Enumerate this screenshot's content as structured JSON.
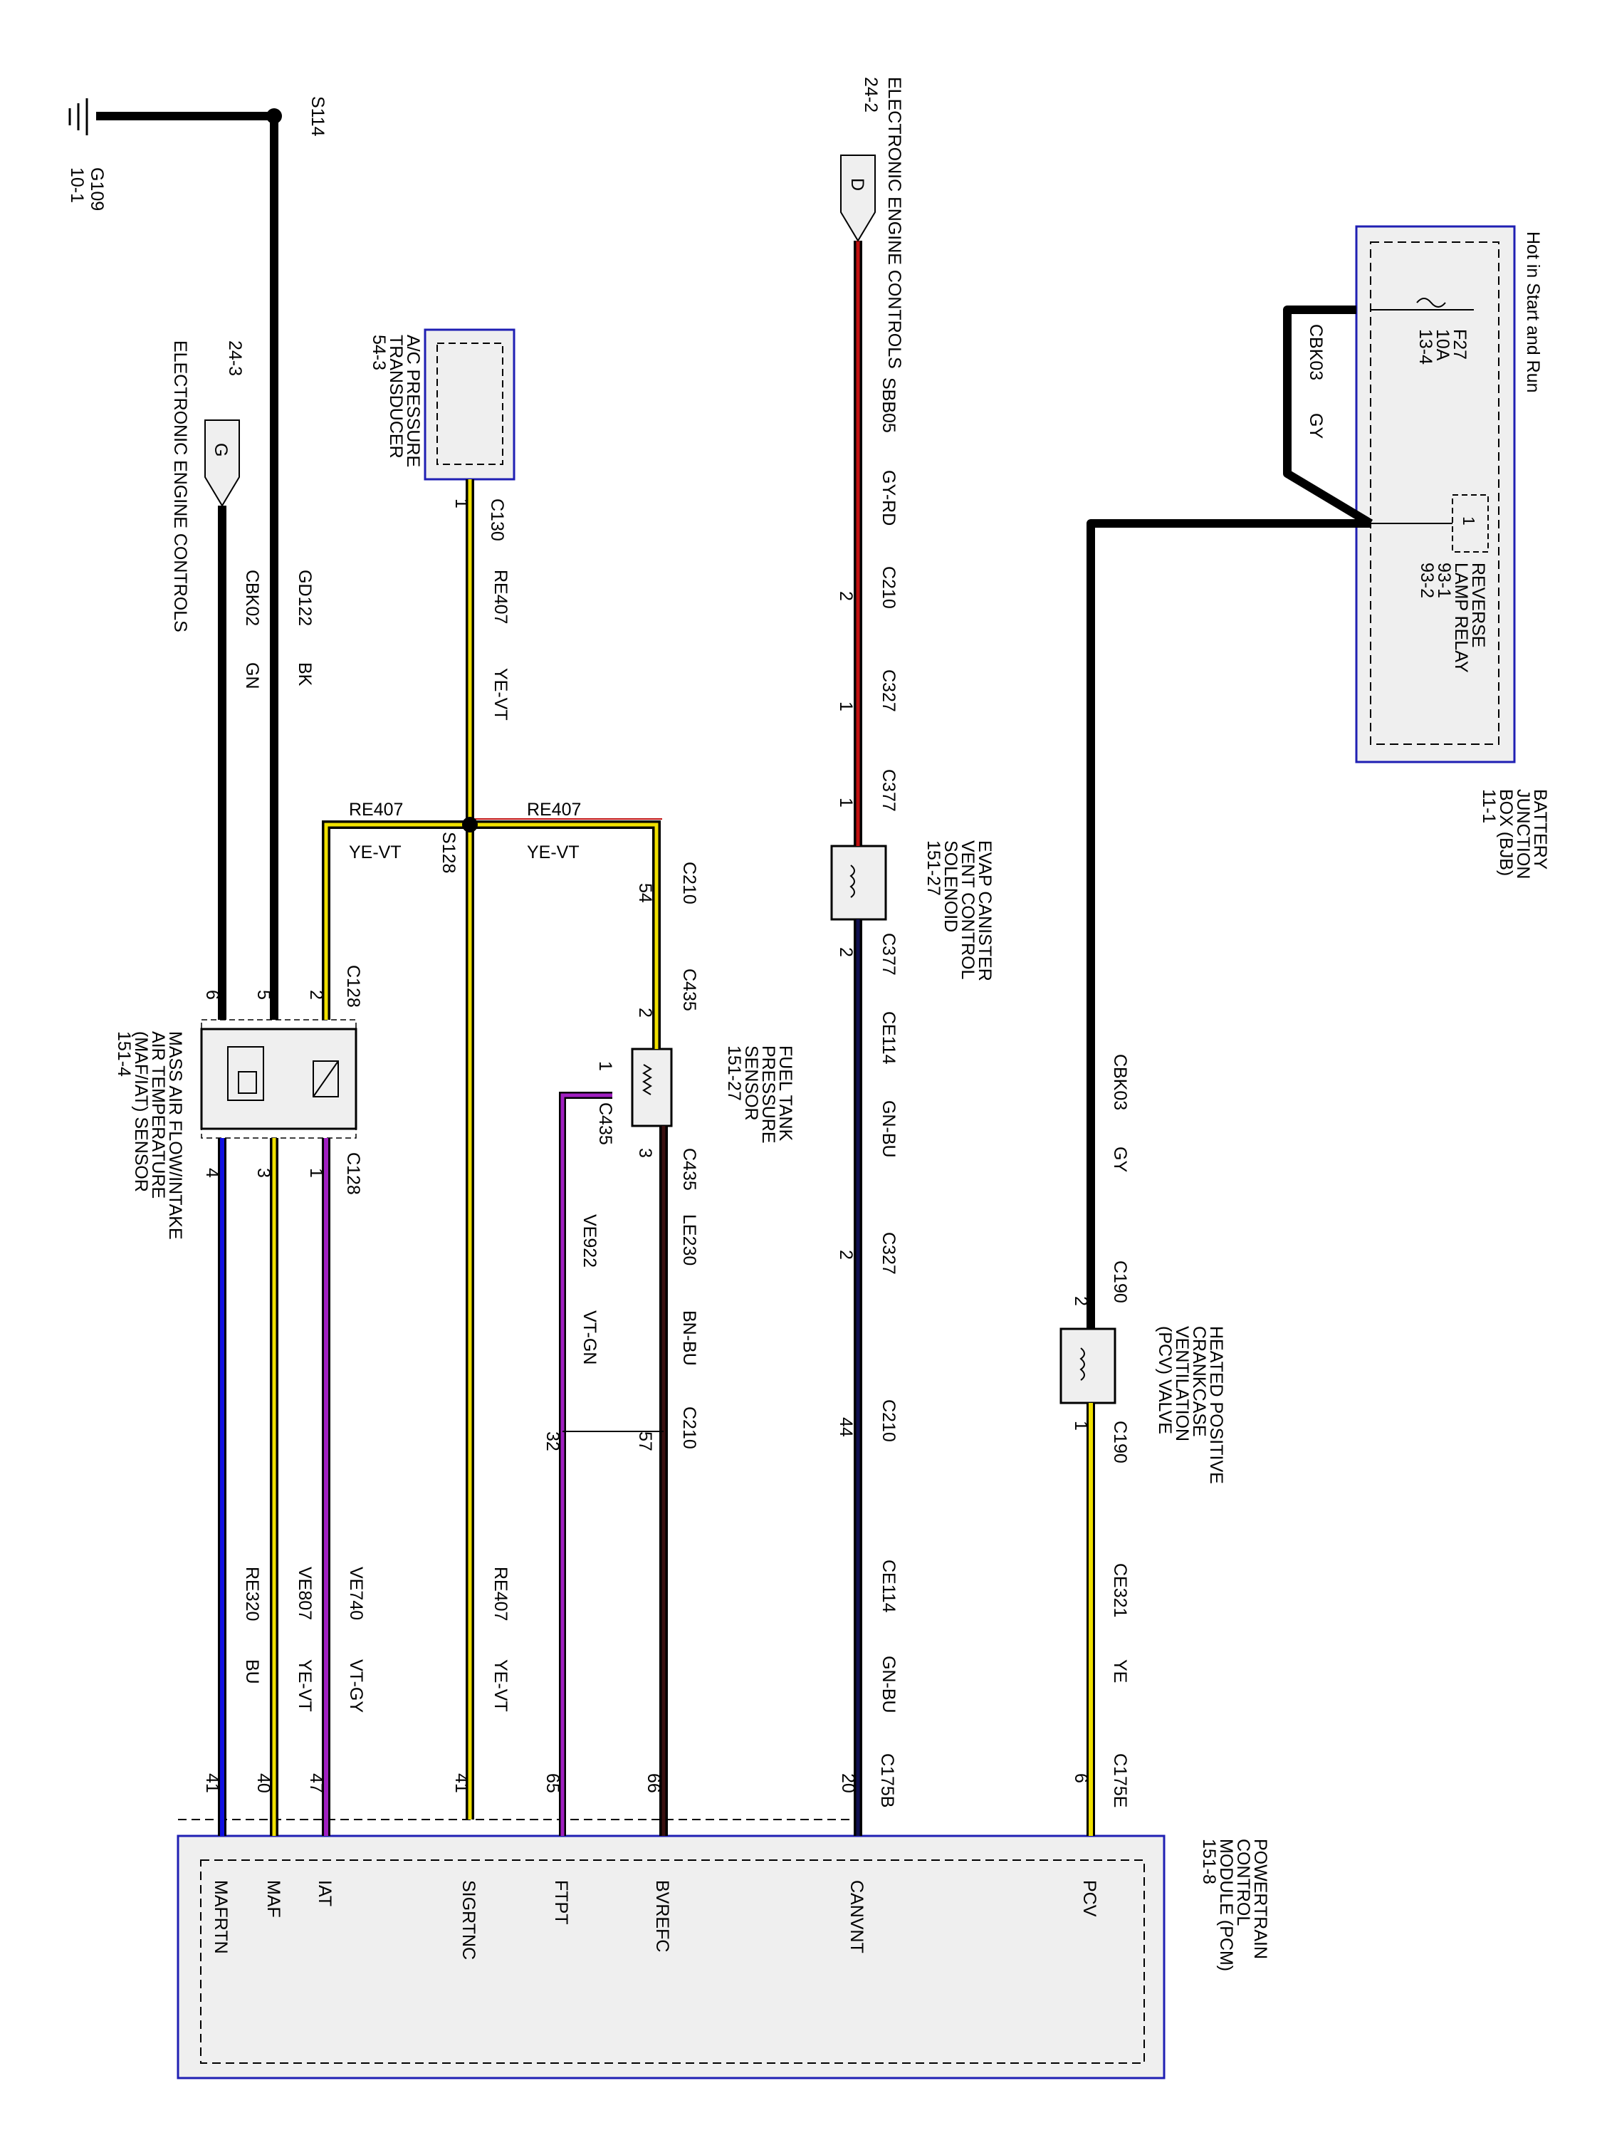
{
  "colors": {
    "black": "#000000",
    "box_border": "#1f1fb3",
    "box_fill": "#efefef",
    "yellow": "#f0e000",
    "violet": "#a020c0",
    "blue": "#1010e0",
    "red": "#c01010",
    "navy": "#101050",
    "brown": "#3a1010",
    "gray_wire": "#9a9a9a"
  },
  "ground": {
    "id": "G109",
    "ref": "10-1",
    "splice": "S114"
  },
  "connectors_left": {
    "g": {
      "letter": "G",
      "ref": "24-3",
      "label": "ELECTRONIC ENGINE CONTROLS"
    },
    "d": {
      "letter": "D",
      "ref": "24-2",
      "label": "ELECTRONIC ENGINE CONTROLS"
    }
  },
  "components": {
    "ac_transducer": {
      "lines": [
        "A/C PRESSURE",
        "TRANSDUCER",
        "54-3"
      ],
      "pin": "1",
      "conn": "C130"
    },
    "maf_sensor": {
      "lines": [
        "MASS AIR FLOW/INTAKE",
        "AIR TEMPERATURE",
        "(MAF/IAT) SENSOR",
        "151-4"
      ],
      "conn_top": "C128",
      "conn_bottom": "C128",
      "pins_top": [
        "6",
        "5",
        "2"
      ],
      "pins_bottom": [
        "4",
        "3",
        "1"
      ]
    },
    "fuel_tank_sensor": {
      "lines": [
        "FUEL TANK",
        "PRESSURE",
        "SENSOR",
        "151-27"
      ],
      "conn": "C435",
      "pins": [
        "2",
        "1",
        "3"
      ]
    },
    "evap_solenoid": {
      "lines": [
        "EVAP CANISTER",
        "VENT CONTROL",
        "SOLENOID",
        "151-27"
      ],
      "conn": "C377",
      "pins": [
        "1",
        "2"
      ]
    },
    "pcv_valve": {
      "lines": [
        "HEATED POSITIVE",
        "CRANKCASE",
        "VENTILATION",
        "(PCV) VALVE"
      ],
      "conn": "C190",
      "pins": [
        "2",
        "1"
      ]
    },
    "bjb": {
      "lines": [
        "BATTERY",
        "JUNCTION",
        "BOX (BJB)",
        "11-1"
      ],
      "hot": "Hot in Start and Run",
      "fuse": [
        "F27",
        "10A",
        "13-4"
      ],
      "relay": [
        "REVERSE",
        "LAMP RELAY",
        "93-1",
        "93-2"
      ],
      "relay_pin": "1"
    },
    "pcm": {
      "lines": [
        "POWERTRAIN",
        "CONTROL",
        "MODULE (PCM)",
        "151-8"
      ],
      "pins": [
        "MAFRTN",
        "MAF",
        "IAT",
        "SIGRTNC",
        "FTPT",
        "BVREFC",
        "CANVNT",
        "PCV"
      ]
    }
  },
  "wires": {
    "gd122": {
      "circuit": "GD122",
      "color": "BK"
    },
    "cbk02": {
      "circuit": "CBK02",
      "color": "GN"
    },
    "re407": {
      "circuit": "RE407",
      "color": "YE-VT"
    },
    "sbb05": {
      "circuit": "SBB05",
      "color": "GY-RD"
    },
    "cbk03": {
      "circuit": "CBK03",
      "color": "GY"
    },
    "ce114": {
      "circuit": "CE114",
      "color": "GN-BU"
    },
    "le230": {
      "circuit": "LE230",
      "color": "BN-BU"
    },
    "ve922": {
      "circuit": "VE922",
      "color": "VT-GN"
    },
    "ce321": {
      "circuit": "CE321",
      "color": "YE"
    },
    "re320": {
      "circuit": "RE320",
      "color": "BU"
    },
    "ve807": {
      "circuit": "VE807",
      "color": "YE-VT"
    },
    "ve740": {
      "circuit": "VE740",
      "color": "VT-GY"
    }
  },
  "splice_s128": "S128",
  "inline_connectors": {
    "c210": "C210",
    "c327": "C327",
    "c377": "C377",
    "c435": "C435",
    "c175b": "C175B",
    "c175e": "C175E"
  },
  "pin_numbers": {
    "c210_top": "2",
    "c327_top": "1",
    "c377_in": "1",
    "c327_bot": "2",
    "c210_bot": "44",
    "c175b": "20",
    "c210_fuel": "54",
    "c435_in": "2",
    "c435_out": "3",
    "c210_57": "57",
    "c210_32": "32",
    "pcm_66": "66",
    "pcm_65": "65",
    "pcm_41s": "41",
    "pcm_47": "47",
    "pcm_40": "40",
    "pcm_41m": "41",
    "c175e": "6"
  }
}
